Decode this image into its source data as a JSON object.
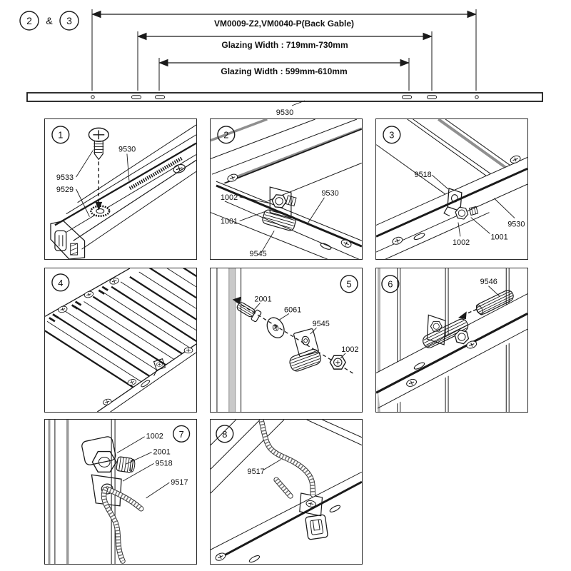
{
  "header": {
    "step_circle_1": "2",
    "amp": "&",
    "step_circle_2": "3",
    "dim1": "VM0009-Z2,VM0040-P(Back Gable)",
    "dim2": "Glazing Width : 719mm-730mm",
    "dim3": "Glazing Width : 599mm-610mm",
    "bar_label": "9530"
  },
  "colors": {
    "line": "#1a1a1a",
    "grey_stripe": "#8f8f8f",
    "background": "#ffffff"
  },
  "panels": [
    {
      "number": "1",
      "labels": [
        "9533",
        "9529",
        "9530"
      ]
    },
    {
      "number": "2",
      "labels": [
        "1002",
        "1001",
        "9545",
        "9530"
      ]
    },
    {
      "number": "3",
      "labels": [
        "9518",
        "9530",
        "1001",
        "1002"
      ]
    },
    {
      "number": "4",
      "labels": []
    },
    {
      "number": "5",
      "labels": [
        "2001",
        "6061",
        "9545",
        "1002"
      ]
    },
    {
      "number": "6",
      "labels": [
        "9546"
      ]
    },
    {
      "number": "7",
      "labels": [
        "1002",
        "2001",
        "9518",
        "9517"
      ]
    },
    {
      "number": "8",
      "labels": [
        "9517"
      ]
    }
  ]
}
